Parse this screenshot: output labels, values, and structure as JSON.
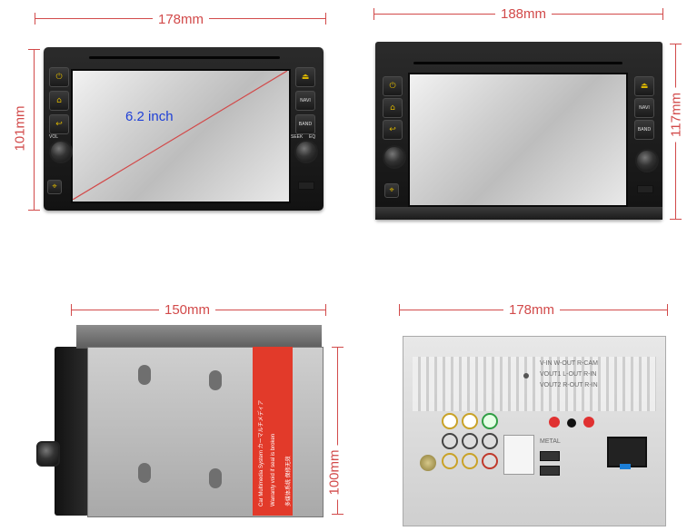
{
  "labels": {
    "front_left_width": "178mm",
    "front_left_height": "101mm",
    "screen_size": "6.2 inch",
    "front_right_width": "188mm",
    "front_right_height": "117mm",
    "side_depth": "150mm",
    "side_height": "100mm",
    "rear_width": "178mm"
  },
  "buttons": {
    "nav": "NAVI",
    "band": "BAND",
    "seek": "SEEK",
    "eq": "EQ",
    "vol": "VOL",
    "usb": "USB"
  },
  "rear_labels": {
    "line1": "V-IN   W-OUT R-CAM",
    "line2": "VOUT1 L-OUT R-IN",
    "line3": "VOUT2 R-OUT R-IN",
    "metal": "METAL"
  },
  "side_sticker": {
    "line1": "Car Multimedia System  カーマルチメディア",
    "line2": "Warranty void if seal is broken",
    "line3": "多媒体系统 保修无效"
  },
  "colors": {
    "dimension": "#d24a4a",
    "screen_label": "#1e3fd6",
    "sticker": "#e23a2a"
  }
}
